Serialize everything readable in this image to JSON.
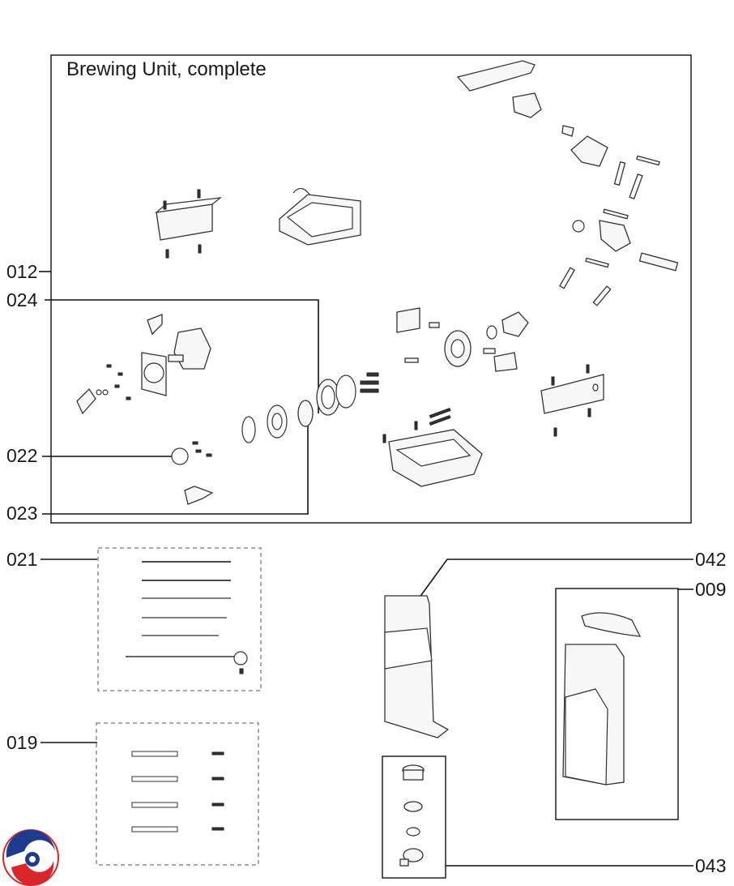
{
  "diagram": {
    "title": "Brewing Unit, complete",
    "callouts": {
      "c012": "012",
      "c024": "024",
      "c022": "022",
      "c023": "023",
      "c021": "021",
      "c019": "019",
      "c042": "042",
      "c009": "009",
      "c043": "043"
    },
    "colors": {
      "line": "#111111",
      "part_fill": "#f7f7f7",
      "logo_red": "#d8262b",
      "logo_blue": "#1f3c8c"
    },
    "logo": "circular swirl logo (red and blue)"
  }
}
